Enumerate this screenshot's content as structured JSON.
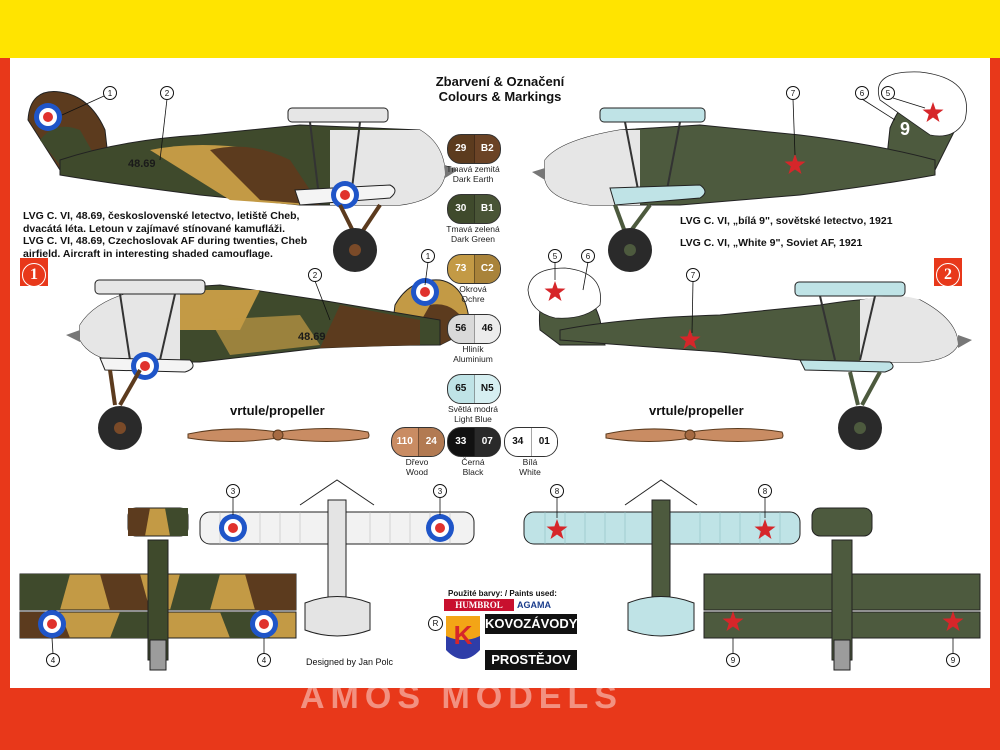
{
  "header": {
    "title_cz": "Zbarvení & Označení",
    "title_en": "Colours & Markings"
  },
  "schemes": [
    {
      "badge": "1",
      "desc_lines": [
        "LVG C. VI, 48.69, československé letectvo, letiště Cheb,",
        "dvacátá léta. Letoun v zajímavé stínované kamufláži.",
        "LVG C. VI, 48.69, Czechoslovak AF during twenties, Cheb",
        "airfield. Aircraft in interesting shaded camouflage."
      ],
      "fuselage_code": "48.69",
      "callouts": [
        "1",
        "2",
        "1",
        "2",
        "3",
        "3",
        "4",
        "4"
      ]
    },
    {
      "badge": "2",
      "desc_lines": [
        "LVG C. VI, „bílá 9\", sovětské letectvo, 1921",
        "LVG C. VI, „White 9\", Soviet AF, 1921"
      ],
      "tail_code": "9",
      "callouts": [
        "7",
        "6",
        "5",
        "5",
        "6",
        "7",
        "8",
        "8",
        "9",
        "9"
      ]
    }
  ],
  "propeller_label": "vrtule/propeller",
  "swatches": [
    {
      "n1": "29",
      "n2": "B2",
      "name_cz": "Tmavá zemitá",
      "name_en": "Dark Earth",
      "color": "#5c3b1e",
      "tag": "#6b4326"
    },
    {
      "n1": "30",
      "n2": "B1",
      "name_cz": "Tmavá zelená",
      "name_en": "Dark Green",
      "color": "#3f4a2c",
      "tag": "#495436"
    },
    {
      "n1": "73",
      "n2": "C2",
      "name_cz": "Okrová",
      "name_en": "Ochre",
      "color": "#c39a45",
      "tag": "#a9833a"
    },
    {
      "n1": "56",
      "n2": "46",
      "name_cz": "Hliník",
      "name_en": "Aluminium",
      "color": "#d9d9d9",
      "tag": "#ececec"
    },
    {
      "n1": "65",
      "n2": "N5",
      "name_cz": "Světlá modrá",
      "name_en": "Light Blue",
      "color": "#bfe3e6",
      "tag": "#d6eff1"
    },
    {
      "n1": "110",
      "n2": "24",
      "name_cz": "Dřevo",
      "name_en": "Wood",
      "color": "#c98c63",
      "tag": "#b27a52"
    },
    {
      "n1": "33",
      "n2": "07",
      "name_cz": "Černá",
      "name_en": "Black",
      "color": "#111111",
      "tag": "#2a2a2a"
    },
    {
      "n1": "34",
      "n2": "01",
      "name_cz": "Bílá",
      "name_en": "White",
      "color": "#ffffff",
      "tag": "#ffffff"
    }
  ],
  "footer": {
    "paints_used": "Použité barvy: / Paints used:",
    "humbrol": "HUMBROL",
    "agama": "AGAMA",
    "kovozavody": "KOVOZÁVODY",
    "prostejov": "PROSTĚJOV",
    "registered": "R",
    "k_logo": "K",
    "credit": "Designed by Jan Polc"
  },
  "watermark": "AMOS MODELS",
  "colors": {
    "frame_top": "#ffe400",
    "frame_red": "#e8381a",
    "camo_brown": "#5c3b1e",
    "camo_green": "#3f4a2c",
    "camo_ochre": "#c39a45",
    "soviet_green": "#4d5a3e",
    "soviet_star": "#d6262a",
    "roundel_blue": "#1f55c8",
    "roundel_red": "#e0322d"
  }
}
